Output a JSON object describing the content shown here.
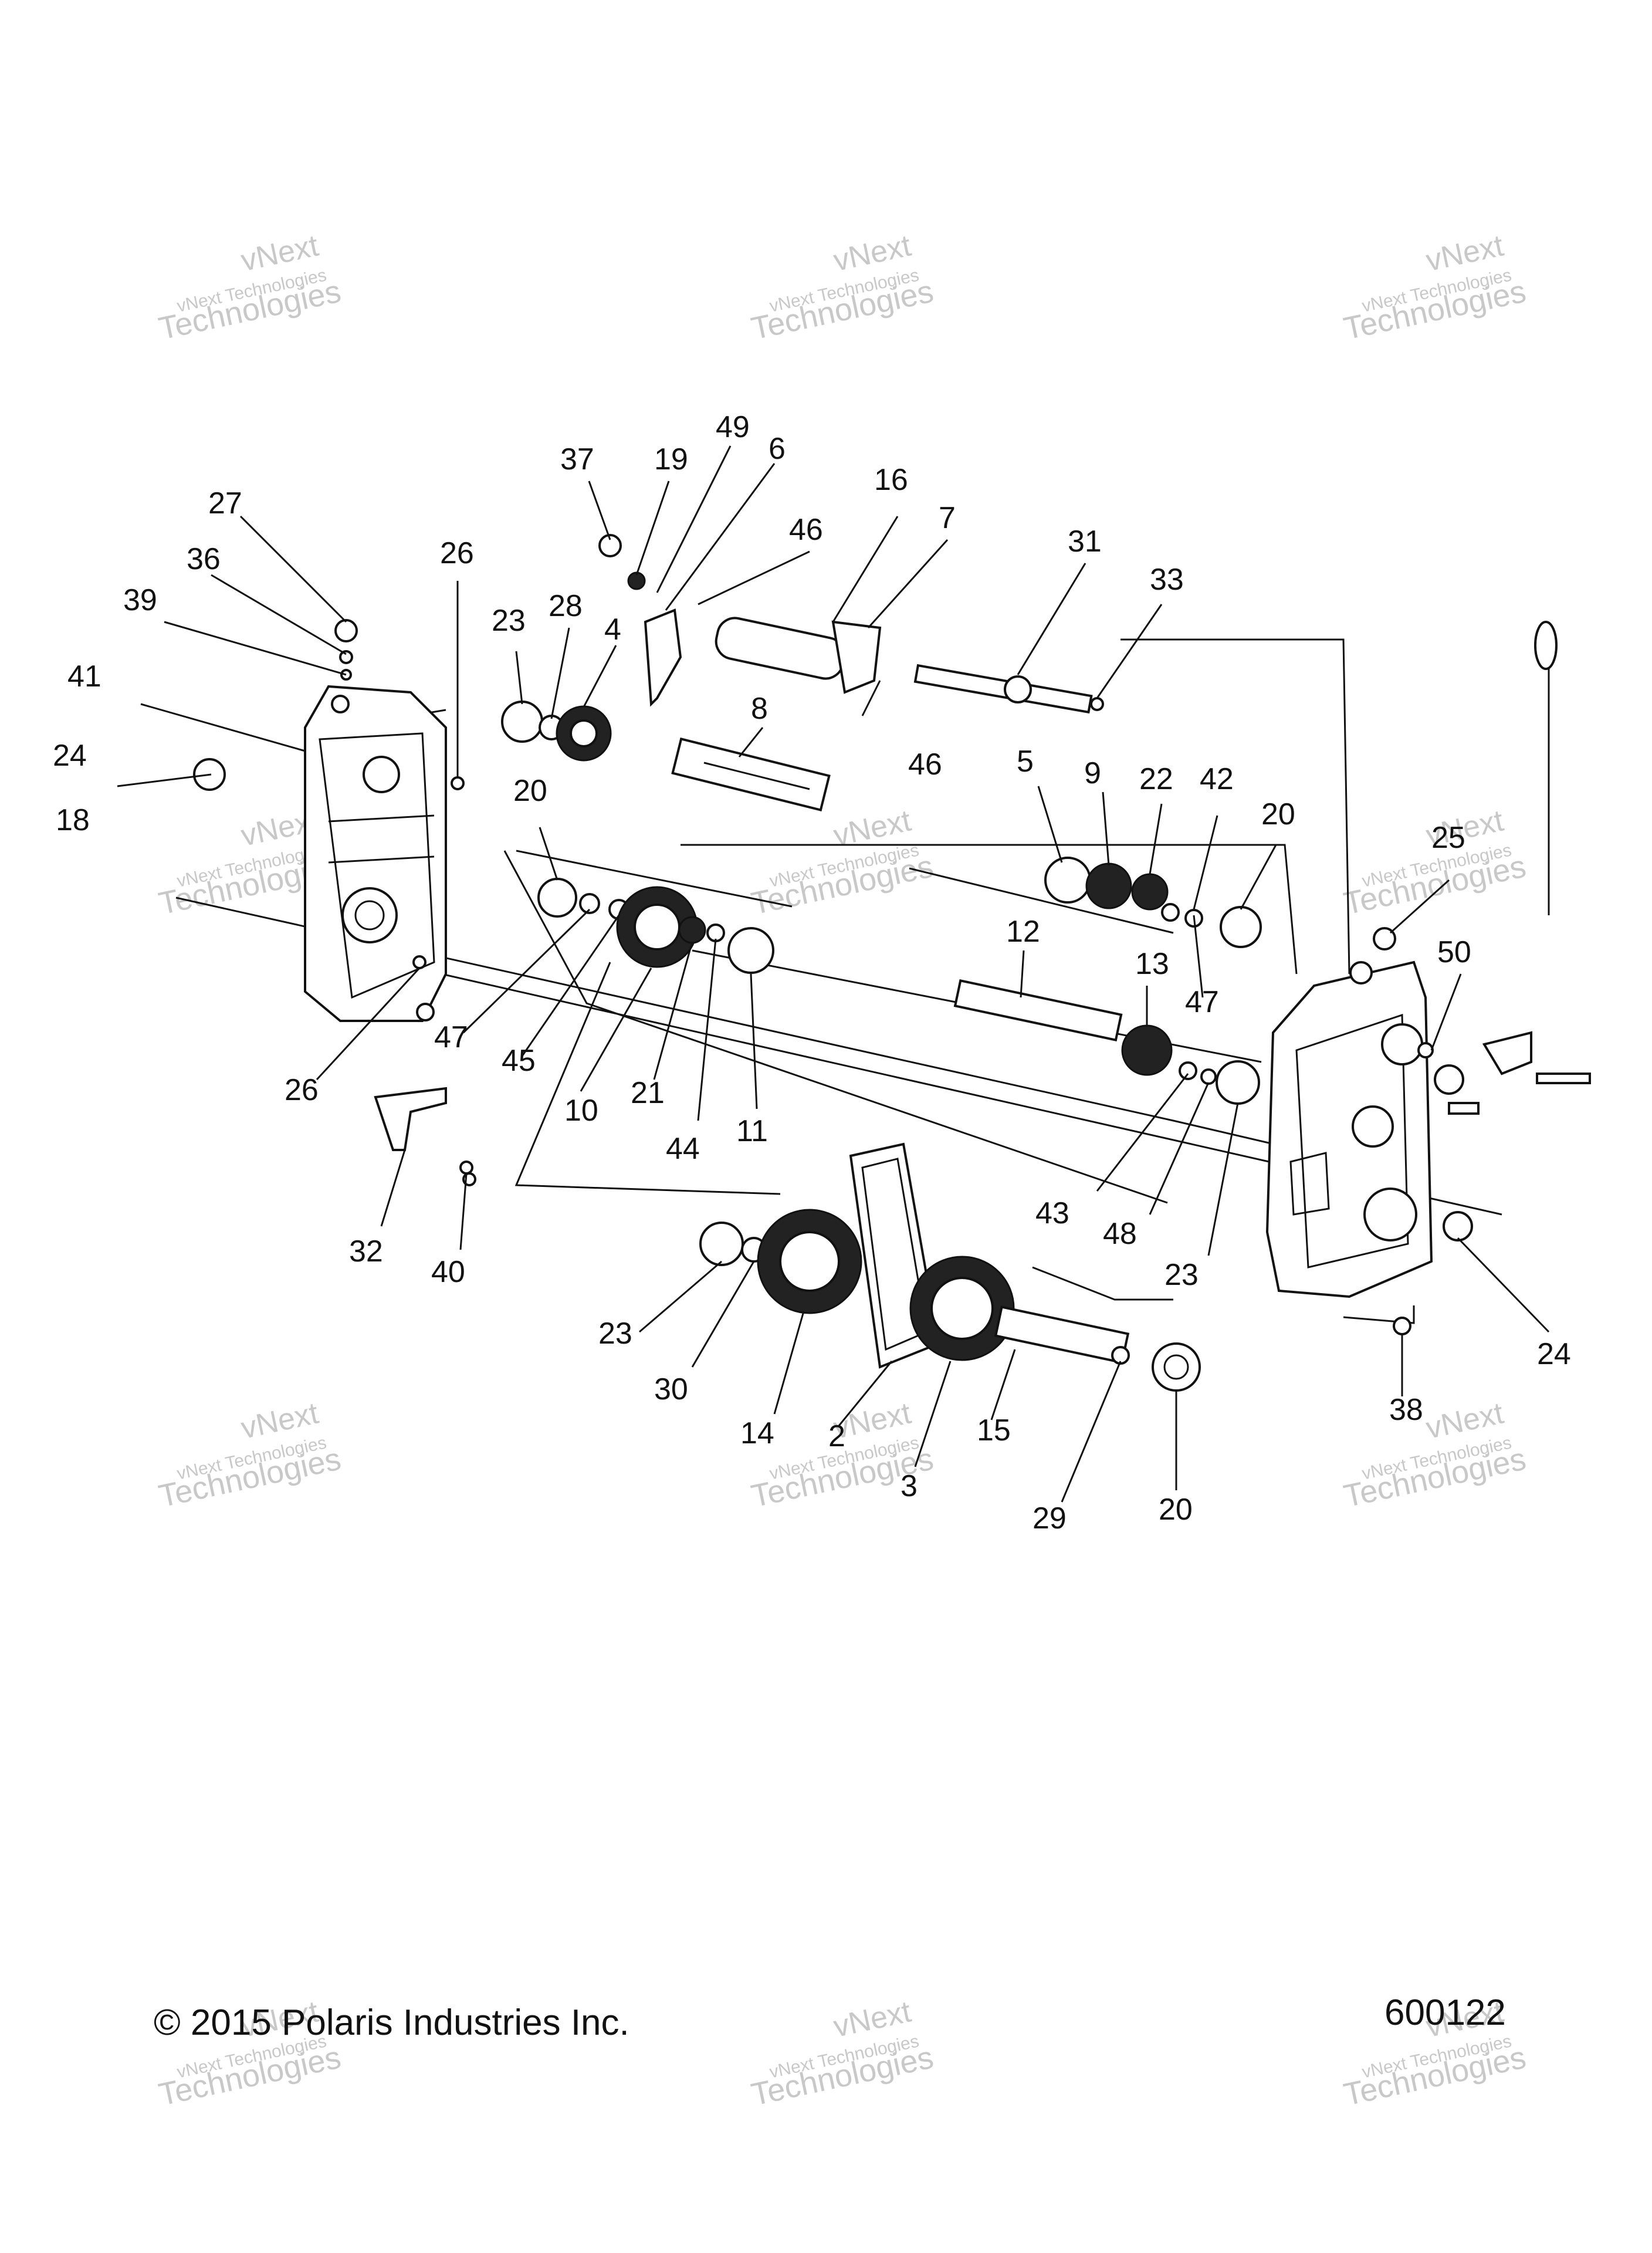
{
  "watermark": {
    "line1": "vNext",
    "line2": "vNext Technologies",
    "line3": "Technologies"
  },
  "footer": {
    "copyright": "© 2015 Polaris Industries Inc.",
    "figure_number": "600122"
  },
  "callouts": [
    "37",
    "19",
    "49",
    "6",
    "16",
    "7",
    "31",
    "33",
    "27",
    "36",
    "26",
    "46",
    "39",
    "23",
    "28",
    "4",
    "8",
    "41",
    "46",
    "24",
    "20",
    "5",
    "9",
    "22",
    "42",
    "20",
    "18",
    "25",
    "50",
    "12",
    "47",
    "13",
    "47",
    "45",
    "10",
    "21",
    "44",
    "11",
    "26",
    "43",
    "48",
    "23",
    "32",
    "40",
    "24",
    "23",
    "30",
    "14",
    "2",
    "3",
    "15",
    "38",
    "29",
    "20"
  ]
}
